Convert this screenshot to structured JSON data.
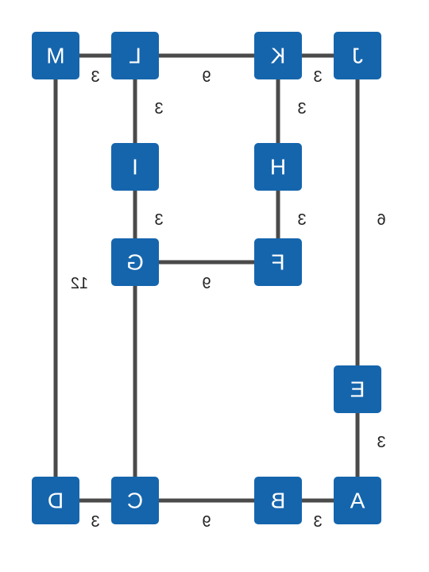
{
  "colors": {
    "node_fill": "#1565ad",
    "node_text": "#ffffff",
    "edge": "#4a4a4a",
    "edge_label": "#222222"
  },
  "note": "Image is rendered horizontally mirrored; labels shown as they appear.",
  "nodes": [
    {
      "id": "M",
      "label": "M"
    },
    {
      "id": "L",
      "label": "L"
    },
    {
      "id": "K",
      "label": "K"
    },
    {
      "id": "J",
      "label": "J"
    },
    {
      "id": "I",
      "label": "I"
    },
    {
      "id": "H",
      "label": "H"
    },
    {
      "id": "G",
      "label": "G"
    },
    {
      "id": "F",
      "label": "F"
    },
    {
      "id": "E",
      "label": "E"
    },
    {
      "id": "D",
      "label": "D"
    },
    {
      "id": "C",
      "label": "C"
    },
    {
      "id": "B",
      "label": "B"
    },
    {
      "id": "A",
      "label": "A"
    }
  ],
  "edges": [
    {
      "from": "M",
      "to": "L",
      "label": "3"
    },
    {
      "from": "L",
      "to": "K",
      "label": "9"
    },
    {
      "from": "K",
      "to": "J",
      "label": "3"
    },
    {
      "from": "L",
      "to": "I",
      "label": "3"
    },
    {
      "from": "K",
      "to": "H",
      "label": "3"
    },
    {
      "from": "I",
      "to": "G",
      "label": "3"
    },
    {
      "from": "H",
      "to": "F",
      "label": "3"
    },
    {
      "from": "G",
      "to": "F",
      "label": "9"
    },
    {
      "from": "J",
      "to": "E",
      "label": "6"
    },
    {
      "from": "E",
      "to": "A",
      "label": "3"
    },
    {
      "from": "M",
      "to": "D",
      "label": "12"
    },
    {
      "from": "G",
      "to": "C",
      "label": ""
    },
    {
      "from": "D",
      "to": "C",
      "label": "3"
    },
    {
      "from": "C",
      "to": "B",
      "label": "9"
    },
    {
      "from": "B",
      "to": "A",
      "label": "3"
    }
  ]
}
